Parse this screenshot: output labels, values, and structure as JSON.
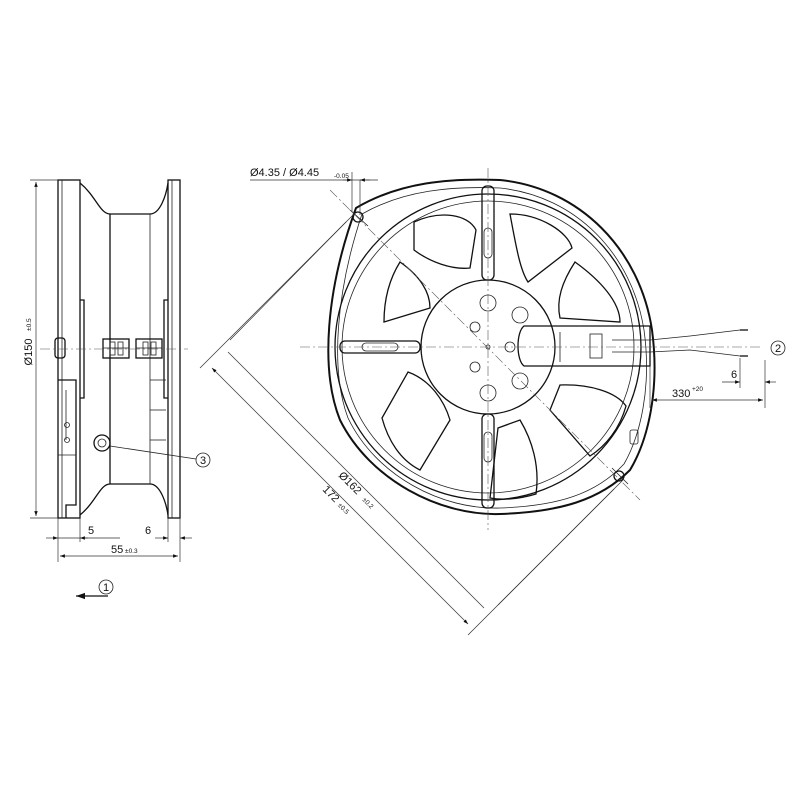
{
  "side_view": {
    "diameter_label": "Ø150",
    "diameter_tol": "±0.5",
    "dim_left": "5",
    "dim_right": "6",
    "depth_label": "55",
    "depth_tol": "±0.3",
    "callout_3": "3",
    "callout_1": "1"
  },
  "front_view": {
    "hole_label": "Ø4.35 / Ø4.45",
    "hole_tol": "-0.05",
    "bolt_circle_label": "Ø162",
    "bolt_circle_tol": "±0.2",
    "diagonal_label": "172",
    "diagonal_tol": "±0.5",
    "lead_length_label": "330",
    "lead_length_tol": "+20",
    "strip_length_label": "6",
    "callout_2": "2"
  }
}
